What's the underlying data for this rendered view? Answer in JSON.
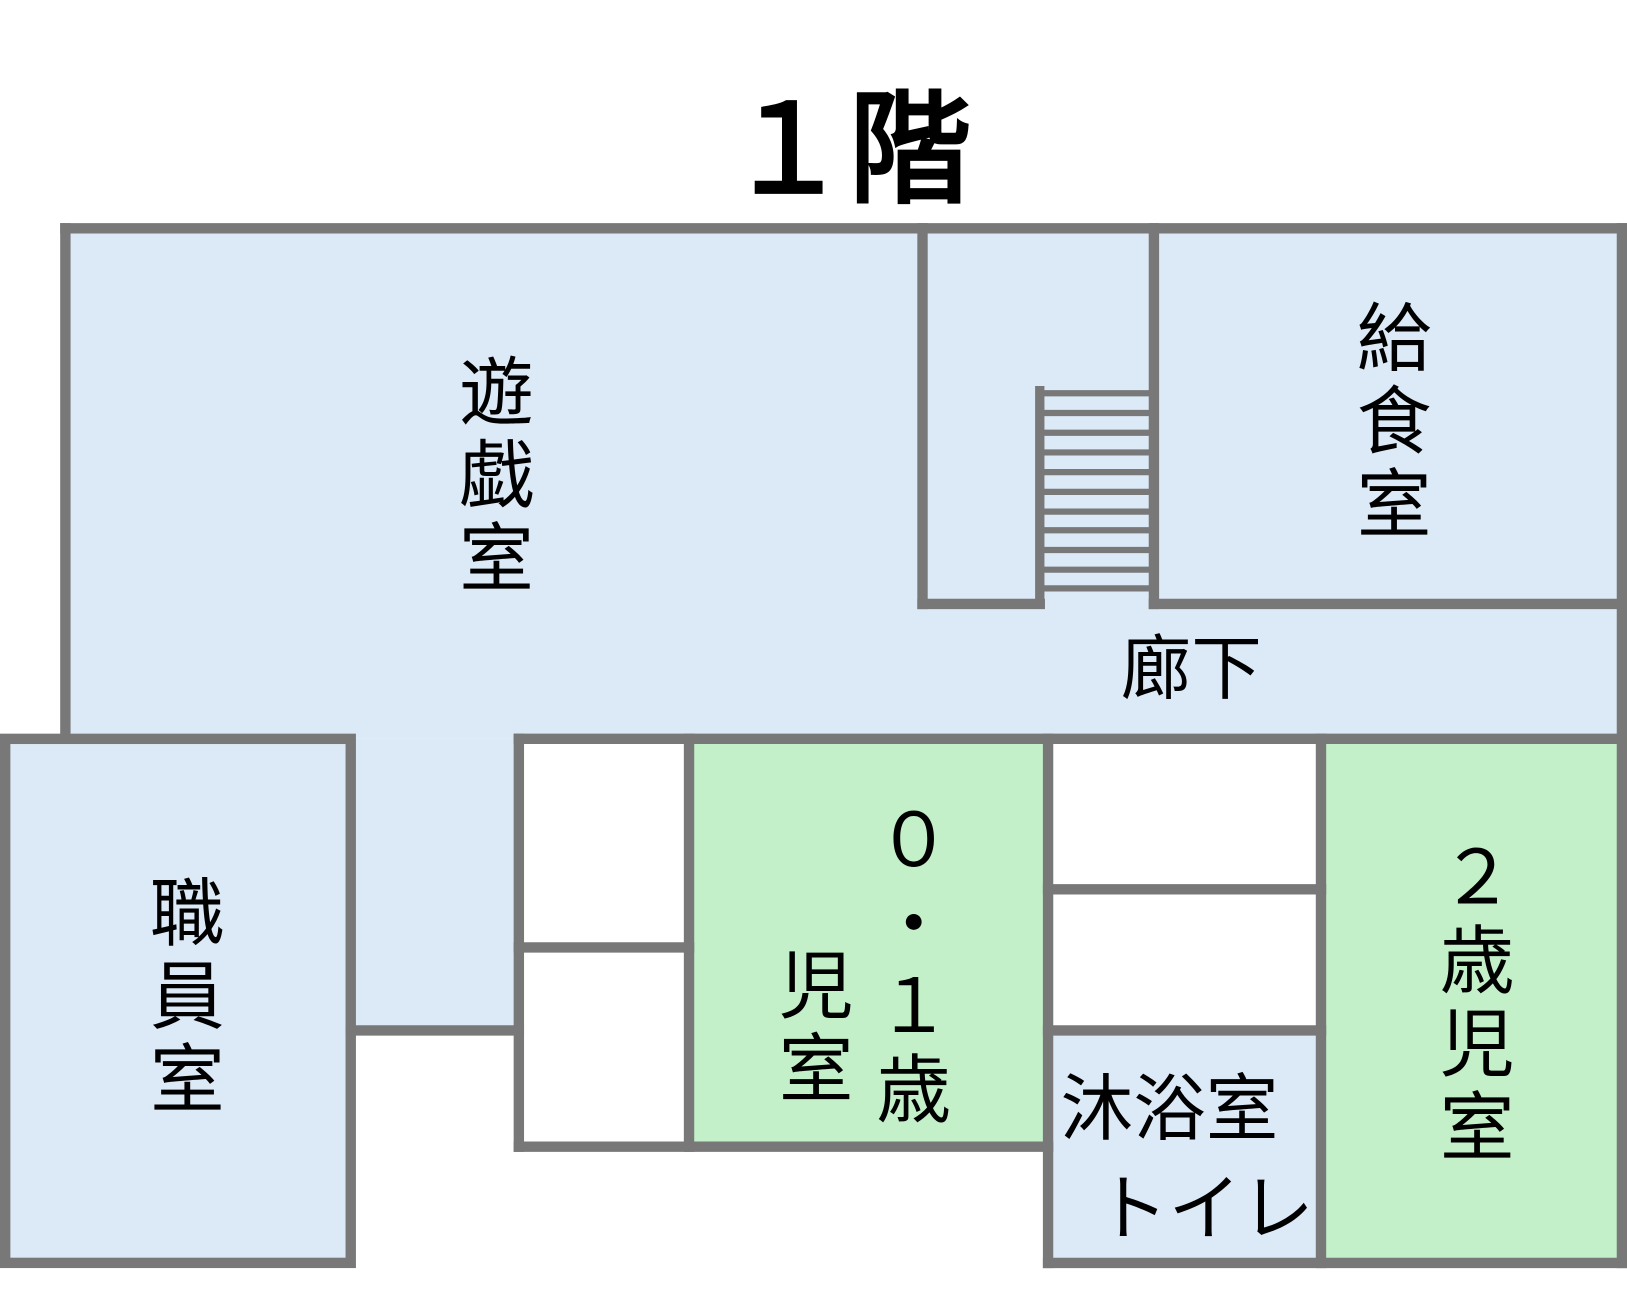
{
  "title": "１階",
  "colors": {
    "wall": "#787878",
    "common_room": "#dce9f6",
    "child_room": "#c3f0c8",
    "blank": "#ffffff"
  },
  "rooms": {
    "playroom": "遊戯室",
    "kitchen": "給食室",
    "corridor": "廊下",
    "staff_room": "職員室",
    "infant_room_line1": "０・１歳",
    "infant_room_line2": "児室",
    "two_year_room": "２歳児室",
    "bath": "沐浴室",
    "toilet": "トイレ"
  },
  "stairs_icon": "stairs-icon"
}
